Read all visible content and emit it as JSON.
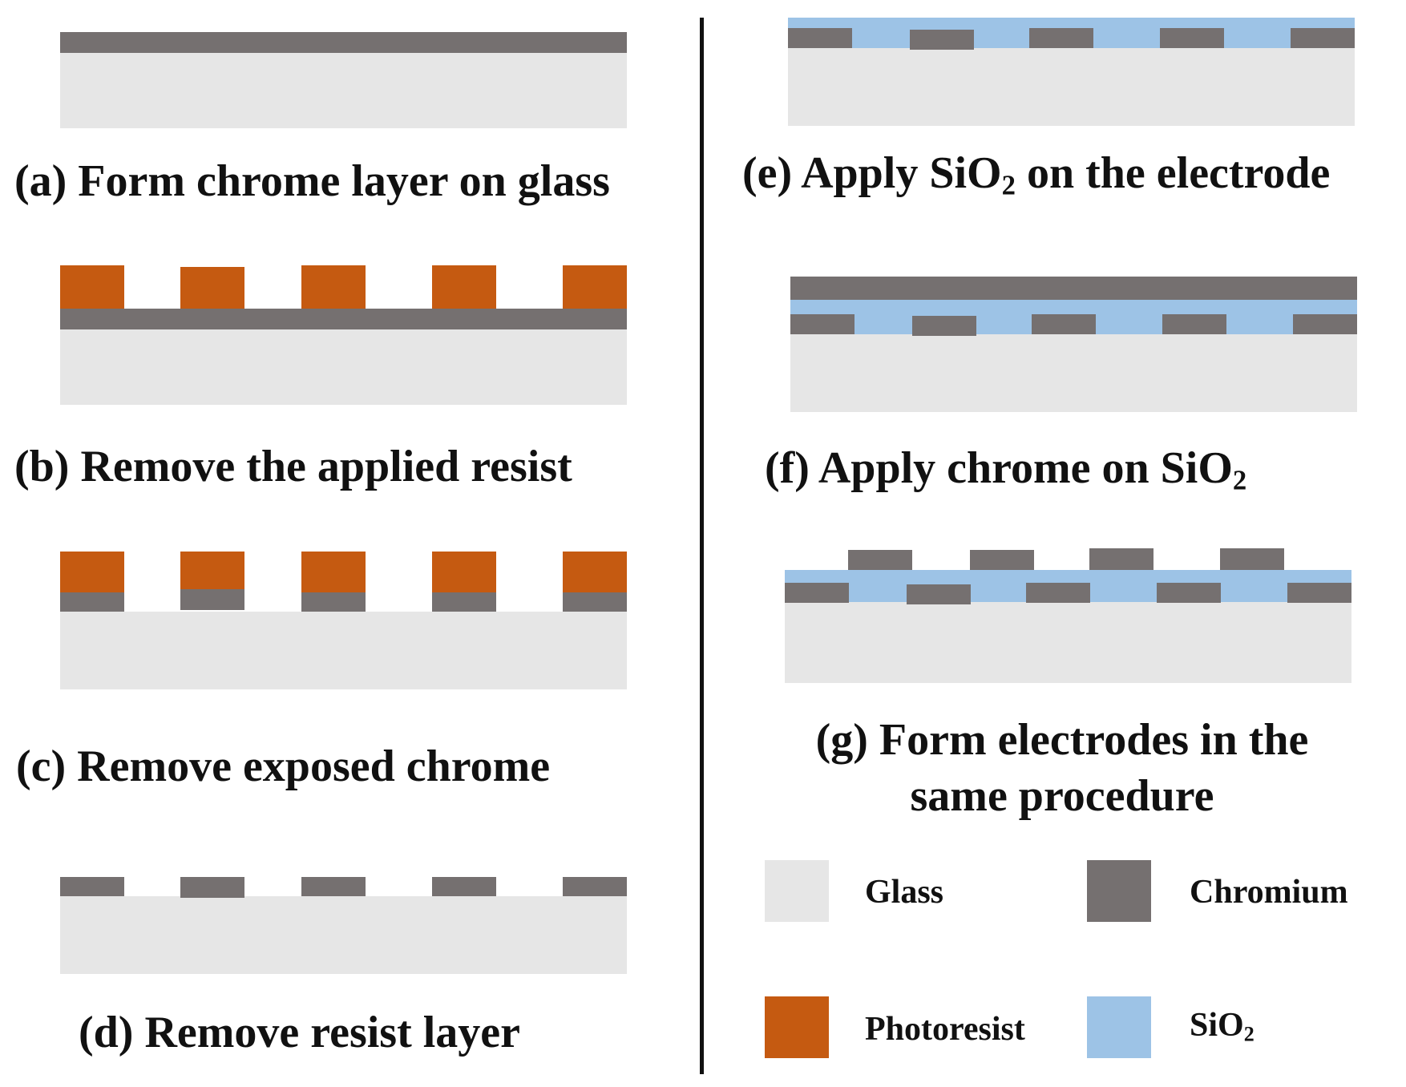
{
  "colors": {
    "glass": "#e6e6e6",
    "chromium": "#757070",
    "photoresist": "#c55a11",
    "sio2": "#9dc3e6",
    "divider": "#111111"
  },
  "captions": {
    "a": "(a) Form chrome layer on glass",
    "b": "(b) Remove the applied resist",
    "c": "(c) Remove exposed chrome",
    "d": "(d) Remove resist layer",
    "e_main": "(e) Apply SiO",
    "e_sub": "2",
    "e_rest": " on the electrode",
    "f_main": "(f) Apply chrome on SiO",
    "f_sub": "2",
    "g_line1": "(g) Form electrodes in the",
    "g_line2": "same procedure"
  },
  "legend": {
    "glass": "Glass",
    "chromium": "Chromium",
    "photoresist": "Photoresist",
    "sio2_main": "SiO",
    "sio2_sub": "2"
  }
}
